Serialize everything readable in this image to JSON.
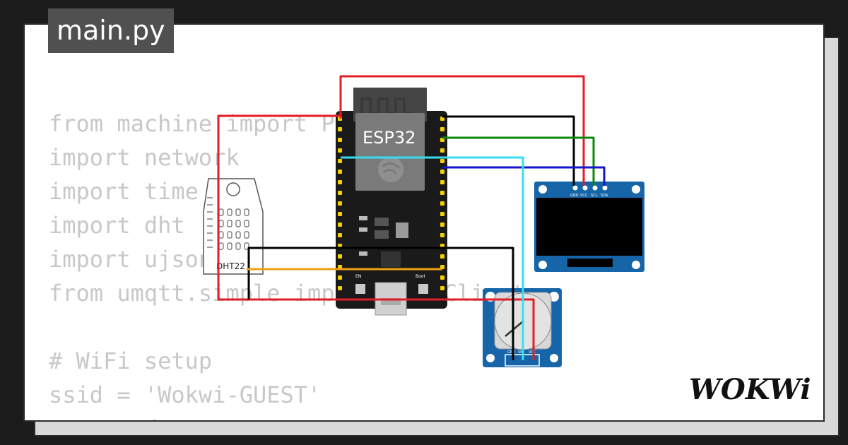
{
  "tab": {
    "filename": "main.py"
  },
  "code_lines": [
    "from machine import Pin, ADC",
    "import network",
    "import time",
    "import dht",
    "import ujson",
    "from umqtt.simple import MQTTClient",
    "",
    "# WiFi setup",
    "ssid = 'Wokwi-GUEST'",
    "password = ''"
  ],
  "components": {
    "esp32": {
      "name": "ESP32",
      "btn_en": "EN",
      "btn_boot": "Boot"
    },
    "dht": {
      "name": "DHT22"
    },
    "oled": {
      "pins": [
        "GND",
        "VCC",
        "SCL",
        "SDA"
      ]
    },
    "pot": {
      "pins": [
        "GND",
        "SIG",
        "VCC"
      ]
    }
  },
  "wire_colors": {
    "vcc": "#e41e26",
    "gnd": "#000000",
    "scl": "#0a8a0a",
    "sda": "#1515d0",
    "signal": "#34e0f0",
    "data": "#f0a010"
  },
  "brand": {
    "logo": "WOKWi"
  }
}
